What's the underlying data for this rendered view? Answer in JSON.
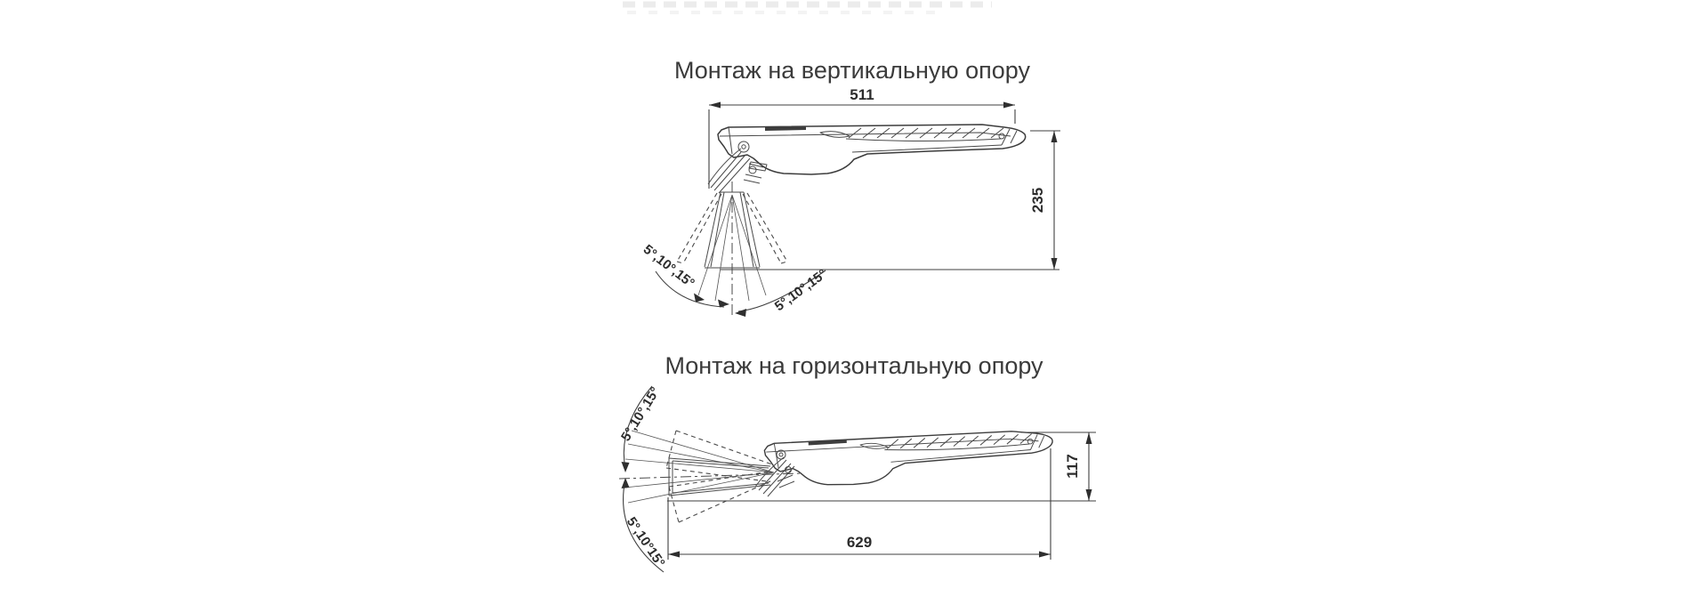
{
  "page": {
    "background": "#ffffff",
    "line_color": "#3c3c3c"
  },
  "drawings": {
    "vertical": {
      "title": "Монтаж на вертикальную опору",
      "width_mm": "511",
      "height_mm": "235",
      "tilt_angles_left": "5°,10°,15°",
      "tilt_angles_right": "5°,10°,15°"
    },
    "horizontal": {
      "title": "Монтаж на горизонтальную опору",
      "length_mm": "629",
      "height_mm": "117",
      "tilt_angles_upper": "5°,10°,15°",
      "tilt_angles_lower": "5°,10°15°"
    }
  }
}
